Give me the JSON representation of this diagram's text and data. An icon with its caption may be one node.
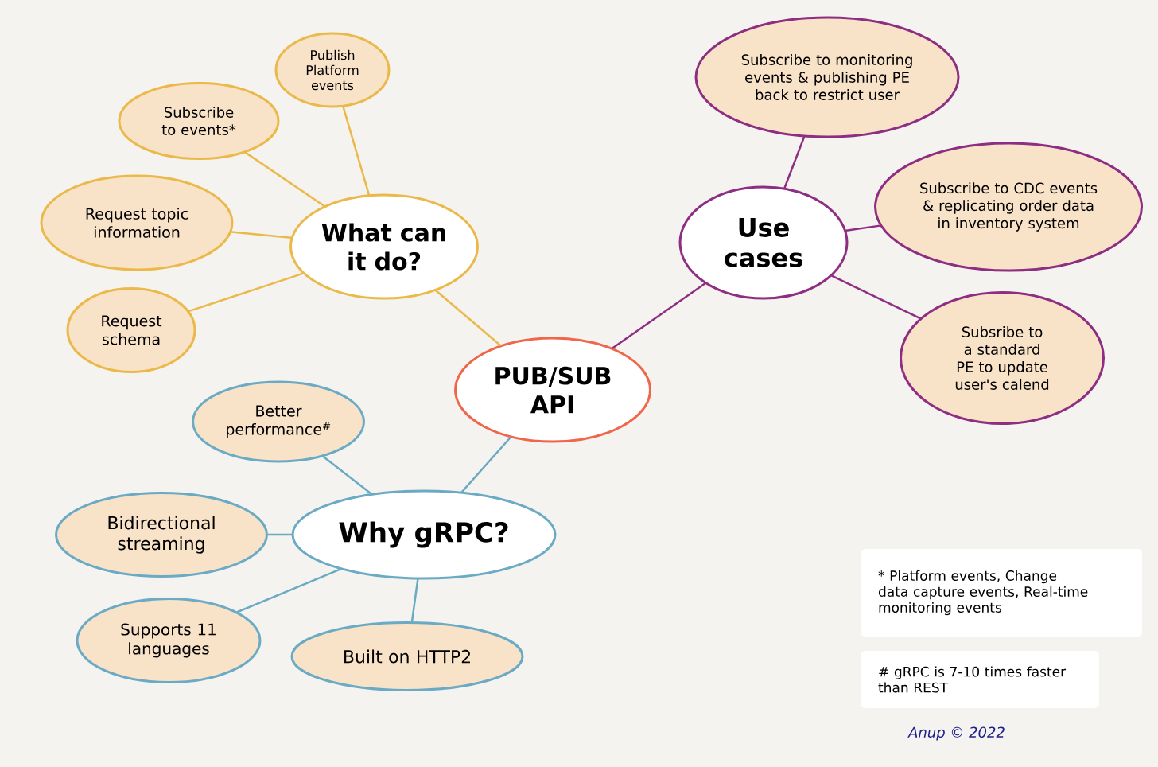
{
  "diagram": {
    "nodes": [
      {
        "text": [
          "PUB/SUB API"
        ]
      },
      {
        "text": [
          "What can it do?"
        ]
      },
      {
        "text": [
          "Publish Platform events"
        ]
      },
      {
        "text": [
          "Subscribe to events*"
        ]
      },
      {
        "text": [
          "Request topic information"
        ]
      },
      {
        "text": [
          "Request schema"
        ]
      },
      {
        "text": [
          "Use cases"
        ]
      },
      {
        "text": [
          "Subscribe to monitoring events & publishing PE back to restrict user"
        ]
      },
      {
        "text": [
          "Subscribe to CDC events & replicating order data in inventory system"
        ]
      },
      {
        "text": [
          "Subsribe to a standard PE to update user's calend"
        ]
      },
      {
        "text": [
          "Why gRPC?"
        ]
      },
      {
        "text": [
          "Better performance$^{#}$"
        ]
      },
      {
        "text": [
          "Bidirectional streaming"
        ]
      },
      {
        "text": [
          "Supports 11 languages"
        ]
      },
      {
        "text": [
          "Built on HTTP2"
        ]
      },
      {
        "text": [
          "* Platform events, Change data capture events, Real-time monitoring events"
        ]
      },
      {
        "text": [
          "# gRPC is 7-10 times faster than REST"
        ]
      }
    ],
    "edges": [
      {
        "from": 1,
        "to": 0,
        "arrow": "none",
        "color": "#ebb94a"
      },
      {
        "from": 1,
        "to": 2,
        "arrow": "none",
        "color": "#ebb94a"
      },
      {
        "from": 1,
        "to": 3,
        "arrow": "none",
        "color": "#ebb94a"
      },
      {
        "from": 1,
        "to": 4,
        "arrow": "none",
        "color": "#ebb94a"
      },
      {
        "from": 1,
        "to": 5,
        "arrow": "none",
        "color": "#ebb94a"
      },
      {
        "from": 6,
        "to": 0,
        "arrow": "none",
        "color": "#8e2e83"
      },
      {
        "from": 6,
        "to": 7,
        "arrow": "none",
        "color": "#8e2e83"
      },
      {
        "from": 6,
        "to": 8,
        "arrow": "none",
        "color": "#8e2e83"
      },
      {
        "from": 6,
        "to": 9,
        "arrow": "none",
        "color": "#8e2e83"
      },
      {
        "from": 10,
        "to": 0,
        "arrow": "none",
        "color": "#6aaac4"
      },
      {
        "from": 10,
        "to": 11,
        "arrow": "none",
        "color": "#6aaac4"
      },
      {
        "from": 10,
        "to": 12,
        "arrow": "none",
        "color": "#6aaac4"
      },
      {
        "from": 10,
        "to": 13,
        "arrow": "none",
        "color": "#6aaac4"
      },
      {
        "from": 10,
        "to": 14,
        "arrow": "none",
        "color": "#6aaac4"
      }
    ],
    "labels": [
      "Anup © 2022"
    ]
  }
}
